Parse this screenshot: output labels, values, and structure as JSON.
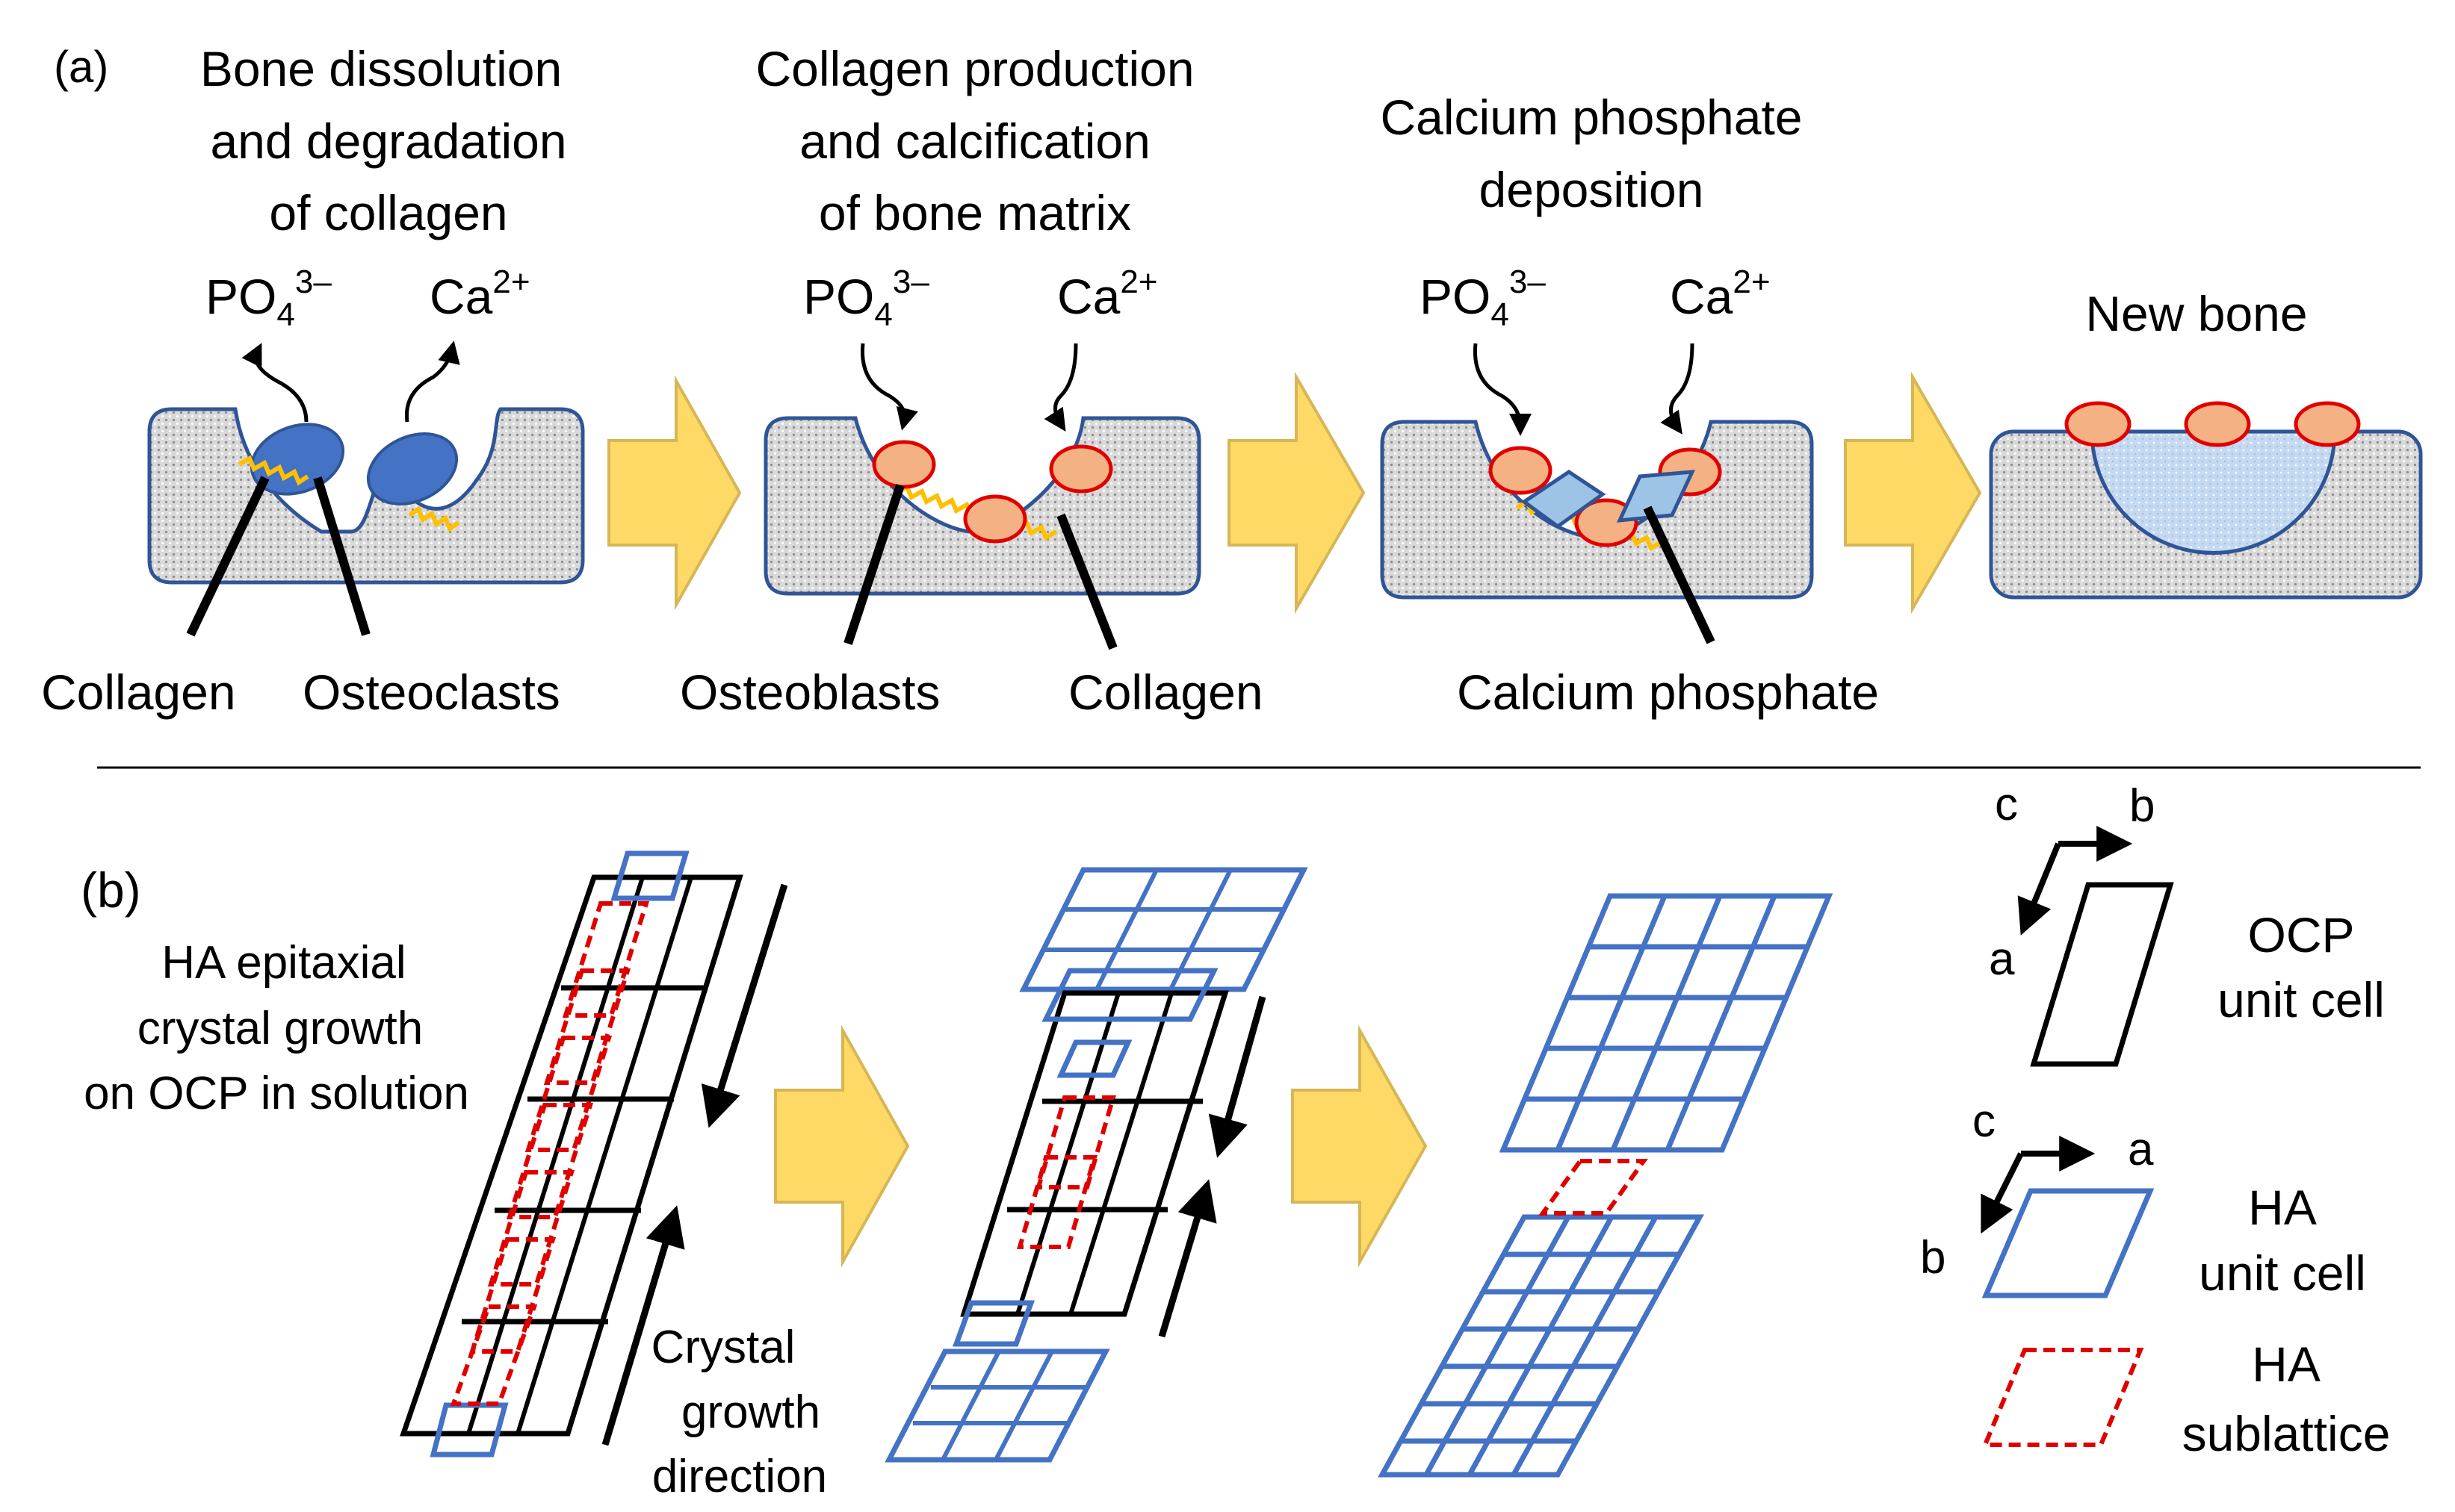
{
  "colors": {
    "matrix_fill": "#d9d9d9",
    "matrix_stroke": "#2f5597",
    "osteoclast": "#4472c4",
    "osteoblast_fill": "#f4b183",
    "osteoblast_stroke": "#e00000",
    "collagen": "#ffc000",
    "arrow_fill": "#ffd966",
    "ha_cell": "#4472c4",
    "sublattice": "#e00000",
    "new_bone_fill": "#c5d9f1"
  },
  "panel_a": {
    "label": "(a)",
    "stages": [
      {
        "title": [
          "Bone dissolution",
          "and degradation",
          "of collagen"
        ],
        "ion_left": "PO",
        "ion_left_sub": "4",
        "ion_left_sup": "3–",
        "ion_right": "Ca",
        "ion_right_sup": "2+",
        "callout_left": "Collagen",
        "callout_right": "Osteoclasts"
      },
      {
        "title": [
          "Collagen production",
          "and calcification",
          "of bone matrix"
        ],
        "ion_left": "PO",
        "ion_left_sub": "4",
        "ion_left_sup": "3–",
        "ion_right": "Ca",
        "ion_right_sup": "2+",
        "callout_left": "Osteoblasts",
        "callout_right": "Collagen"
      },
      {
        "title": [
          "Calcium phosphate",
          "deposition"
        ],
        "ion_left": "PO",
        "ion_left_sub": "4",
        "ion_left_sup": "3–",
        "ion_right": "Ca",
        "ion_right_sup": "2+",
        "callout": "Calcium phosphate"
      },
      {
        "title": [
          "New bone"
        ]
      }
    ]
  },
  "panel_b": {
    "label": "(b)",
    "description": [
      "HA epitaxial",
      "crystal growth",
      "on OCP in solution"
    ],
    "growth_label": [
      "Crystal",
      "growth",
      "direction"
    ],
    "legend": {
      "ocp_axes": {
        "c": "c",
        "b": "b",
        "a": "a"
      },
      "ocp_label": [
        "OCP",
        "unit cell"
      ],
      "ha_axes": {
        "c": "c",
        "a": "a",
        "b": "b"
      },
      "ha_label": [
        "HA",
        "unit cell"
      ],
      "sub_label": [
        "HA",
        "sublattice"
      ]
    }
  }
}
